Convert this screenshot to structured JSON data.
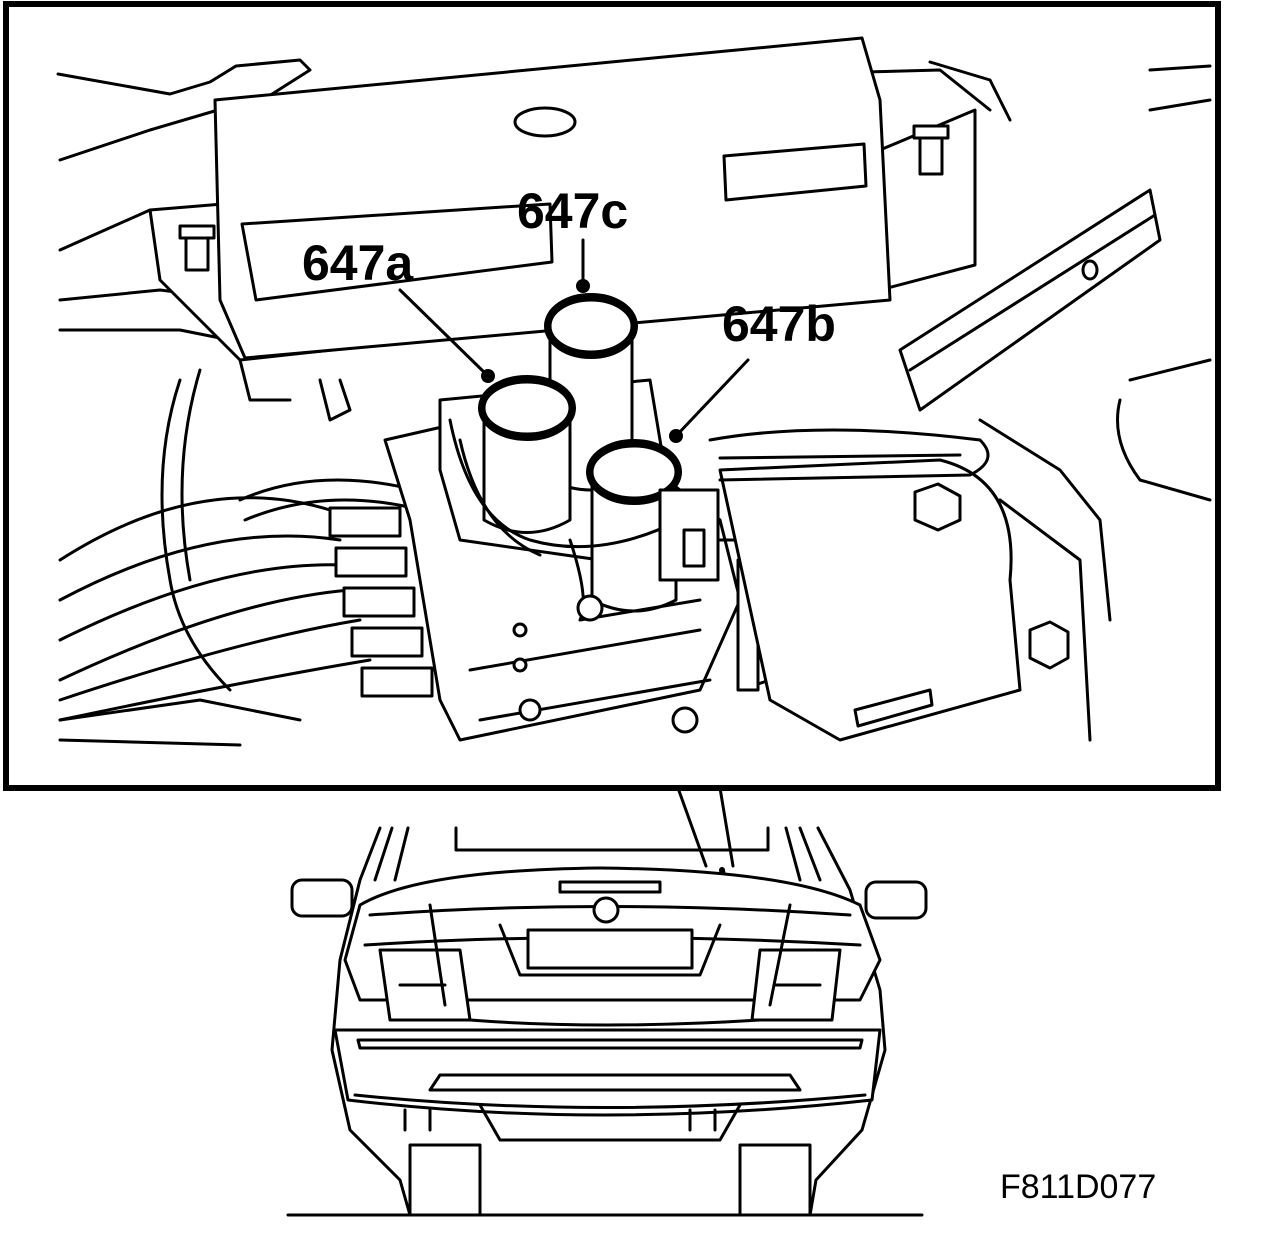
{
  "callouts": [
    {
      "id": "647a",
      "label": "647a"
    },
    {
      "id": "647c",
      "label": "647c"
    },
    {
      "id": "647b",
      "label": "647b"
    }
  ],
  "figure_code": "F811D077",
  "colors": {
    "line": "#000000",
    "background": "#ffffff"
  }
}
